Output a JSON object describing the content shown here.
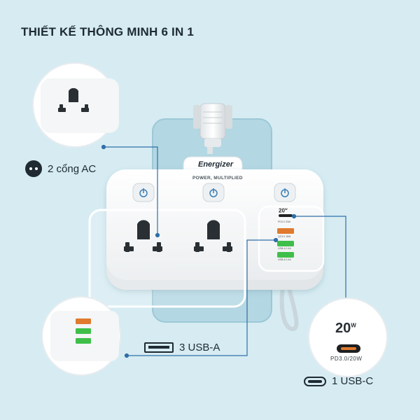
{
  "heading": "THIẾT KẾ THÔNG MINH 6 IN 1",
  "callouts": {
    "ac": "2 cổng AC",
    "usb_a": "3 USB-A",
    "usb_c": "1 USB-C"
  },
  "device": {
    "brand": "Energizer",
    "model": "POWER, MULTIPLIED",
    "usbc_badge": "20",
    "usbc_badge_unit": "W",
    "usbc_spec": "PD3.0/20W",
    "port_labels": {
      "usbc": "PD3.0 20W",
      "usba1": "QC3.0 18W",
      "usba2": "USB-A 2.4A",
      "usba3": "USB-A 2.4A"
    }
  },
  "colors": {
    "background": "#d6ecf2",
    "device_body": "#f7f8f8",
    "accent_line": "#2f6fa8",
    "usb_orange": "#e07a2e",
    "usb_green": "#3fbf4a"
  },
  "icons": [
    "ac-socket-icon",
    "usb-a-icon",
    "usb-c-icon",
    "power-button-icon"
  ]
}
